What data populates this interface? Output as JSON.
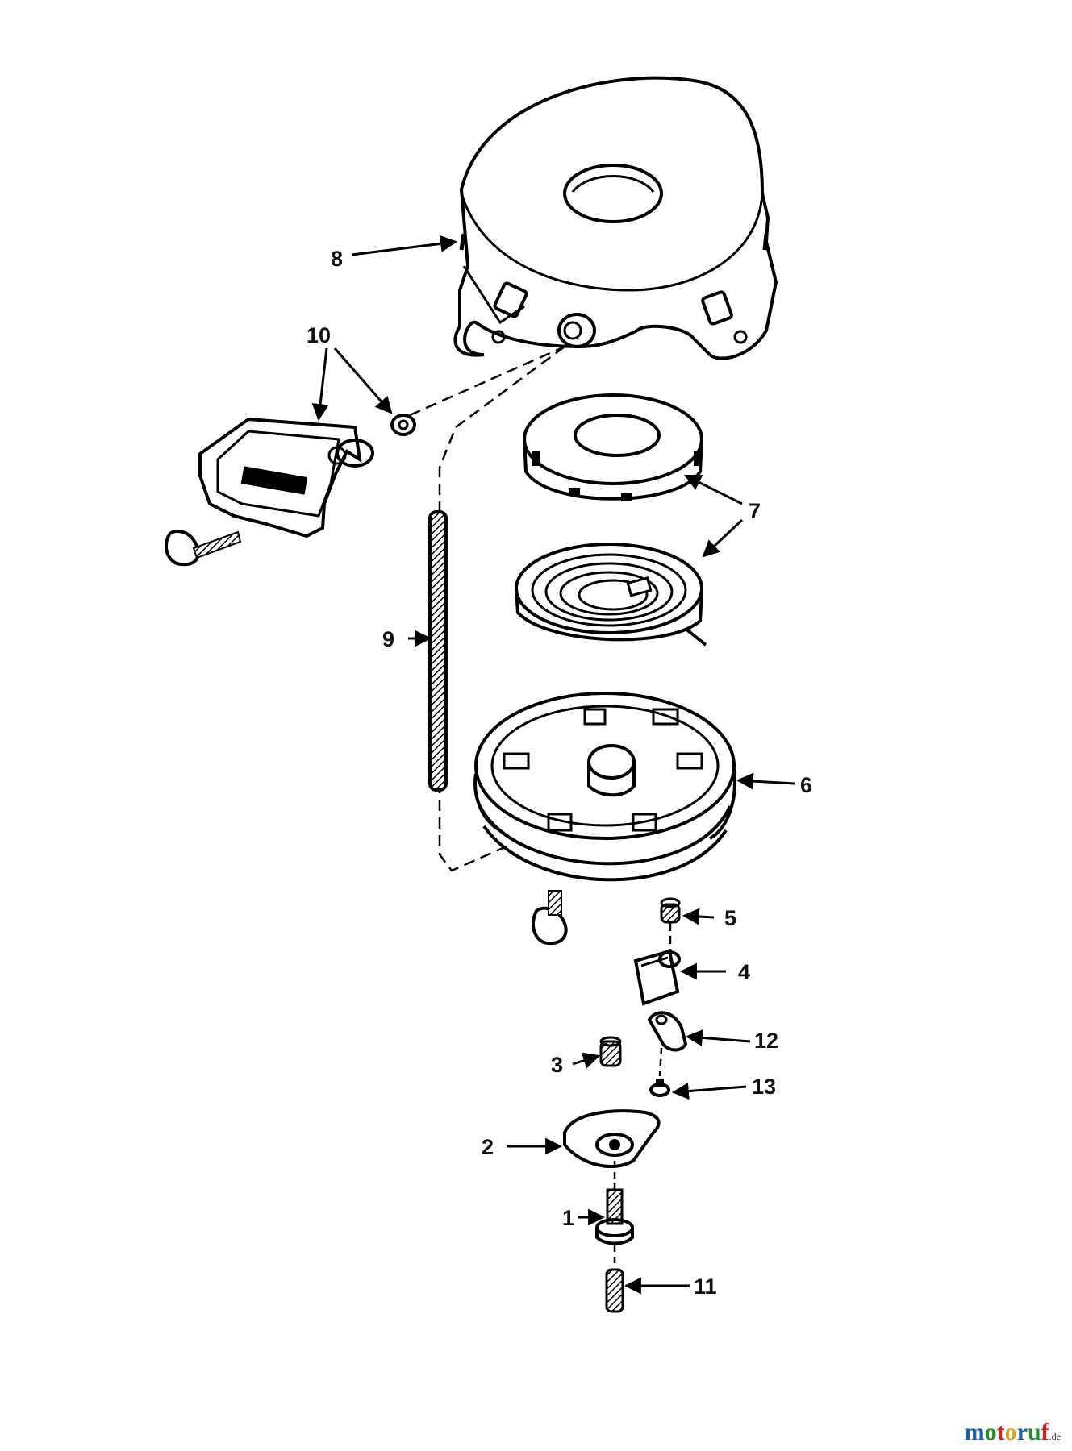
{
  "callouts": {
    "c1": "1",
    "c2": "2",
    "c3": "3",
    "c4": "4",
    "c5": "5",
    "c6": "6",
    "c7": "7",
    "c8": "8",
    "c9": "9",
    "c10": "10",
    "c11": "11",
    "c12": "12",
    "c13": "13"
  },
  "watermark": {
    "letters": [
      "m",
      "o",
      "t",
      "o",
      "r",
      "u",
      "f"
    ],
    "colors": [
      "#1b5ea8",
      "#2a8a2a",
      "#d22020",
      "#e2a018",
      "#1b5ea8",
      "#2a8a2a",
      "#d22020"
    ],
    "suffix": ".de"
  }
}
